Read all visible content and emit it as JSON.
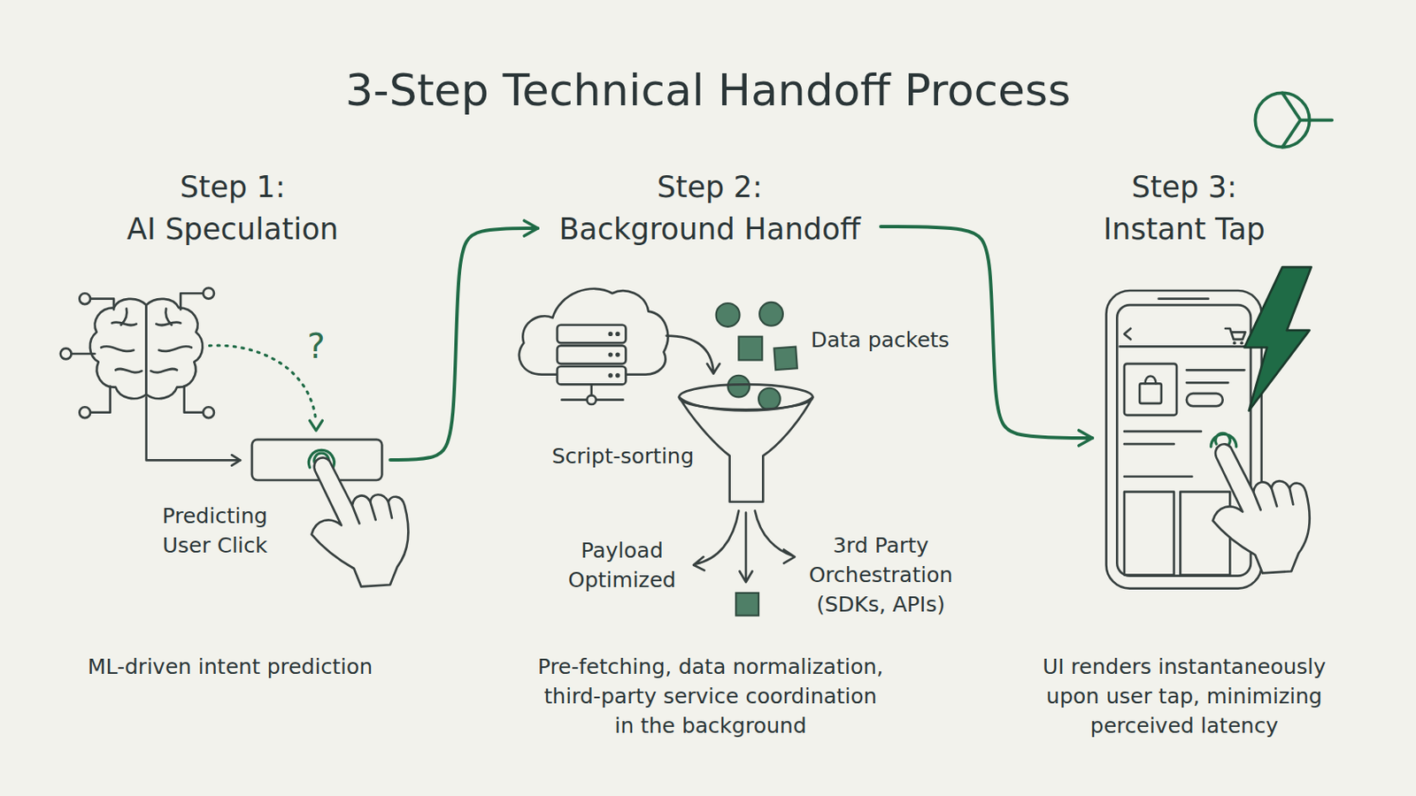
{
  "diagram": {
    "title": "3-Step Technical Handoff Process",
    "nodes": [
      {
        "text": [
          "Step 1: AI Speculation",
          "ML-driven intent prediction"
        ]
      },
      {
        "text": [
          "Step 2: Background Handoff",
          "Pre-fetching, data normalization, third-party service coordination in the background"
        ]
      },
      {
        "text": [
          "Step 3: Instant Tap",
          "UI renders instantaneously upon user tap, minimizing perceived latency"
        ]
      }
    ],
    "edges": [
      {
        "from": 0,
        "to": 1,
        "arrow": "to"
      },
      {
        "from": 1,
        "to": 2,
        "arrow": "to"
      }
    ],
    "labels": [
      "?",
      "Predicting User Click",
      "Data packets",
      "Script-sorting",
      "Payload Optimized",
      "3rd Party Orchestration (SDKs, APIs)"
    ]
  }
}
